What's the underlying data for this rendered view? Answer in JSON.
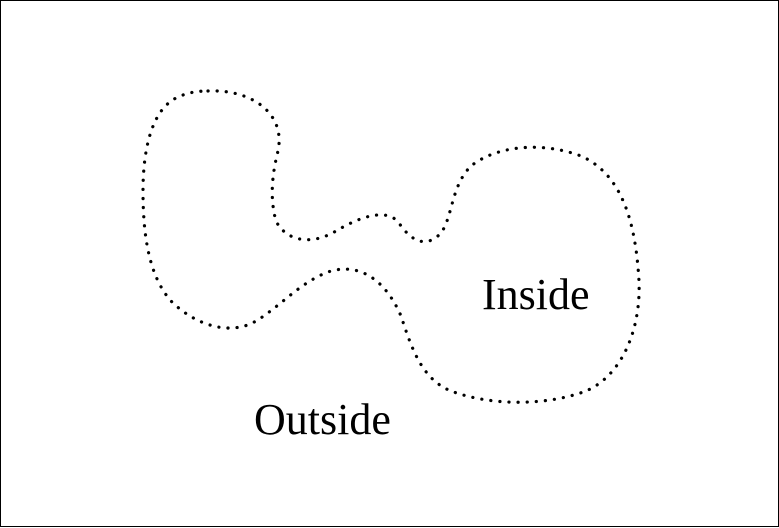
{
  "labels": {
    "inside": "Inside",
    "outside": "Outside"
  },
  "colors": {
    "background": "#ffffff",
    "stroke": "#000000",
    "text": "#000000"
  },
  "curve": {
    "style": "dotted",
    "closed": true
  }
}
